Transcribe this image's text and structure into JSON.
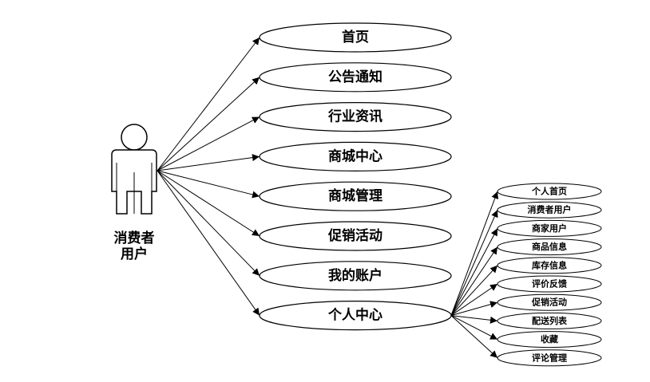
{
  "actor": {
    "label_line1": "消费者",
    "label_line2": "用户"
  },
  "use_cases": [
    {
      "id": "home",
      "label": "首页"
    },
    {
      "id": "notice",
      "label": "公告通知"
    },
    {
      "id": "industry-news",
      "label": "行业资讯"
    },
    {
      "id": "mall-center",
      "label": "商城中心"
    },
    {
      "id": "mall-management",
      "label": "商城管理"
    },
    {
      "id": "promotion",
      "label": "促销活动"
    },
    {
      "id": "my-account",
      "label": "我的账户"
    },
    {
      "id": "personal-center",
      "label": "个人中心"
    }
  ],
  "sub_use_cases": [
    {
      "id": "personal-home",
      "label": "个人首页"
    },
    {
      "id": "consumer-user",
      "label": "消费者用户"
    },
    {
      "id": "merchant-user",
      "label": "商家用户"
    },
    {
      "id": "product-info",
      "label": "商品信息"
    },
    {
      "id": "inventory-info",
      "label": "库存信息"
    },
    {
      "id": "review-feedback",
      "label": "评价反馈"
    },
    {
      "id": "promo-activity",
      "label": "促销活动"
    },
    {
      "id": "delivery-list",
      "label": "配送列表"
    },
    {
      "id": "favorites",
      "label": "收藏"
    },
    {
      "id": "comment-management",
      "label": "评论管理"
    }
  ]
}
